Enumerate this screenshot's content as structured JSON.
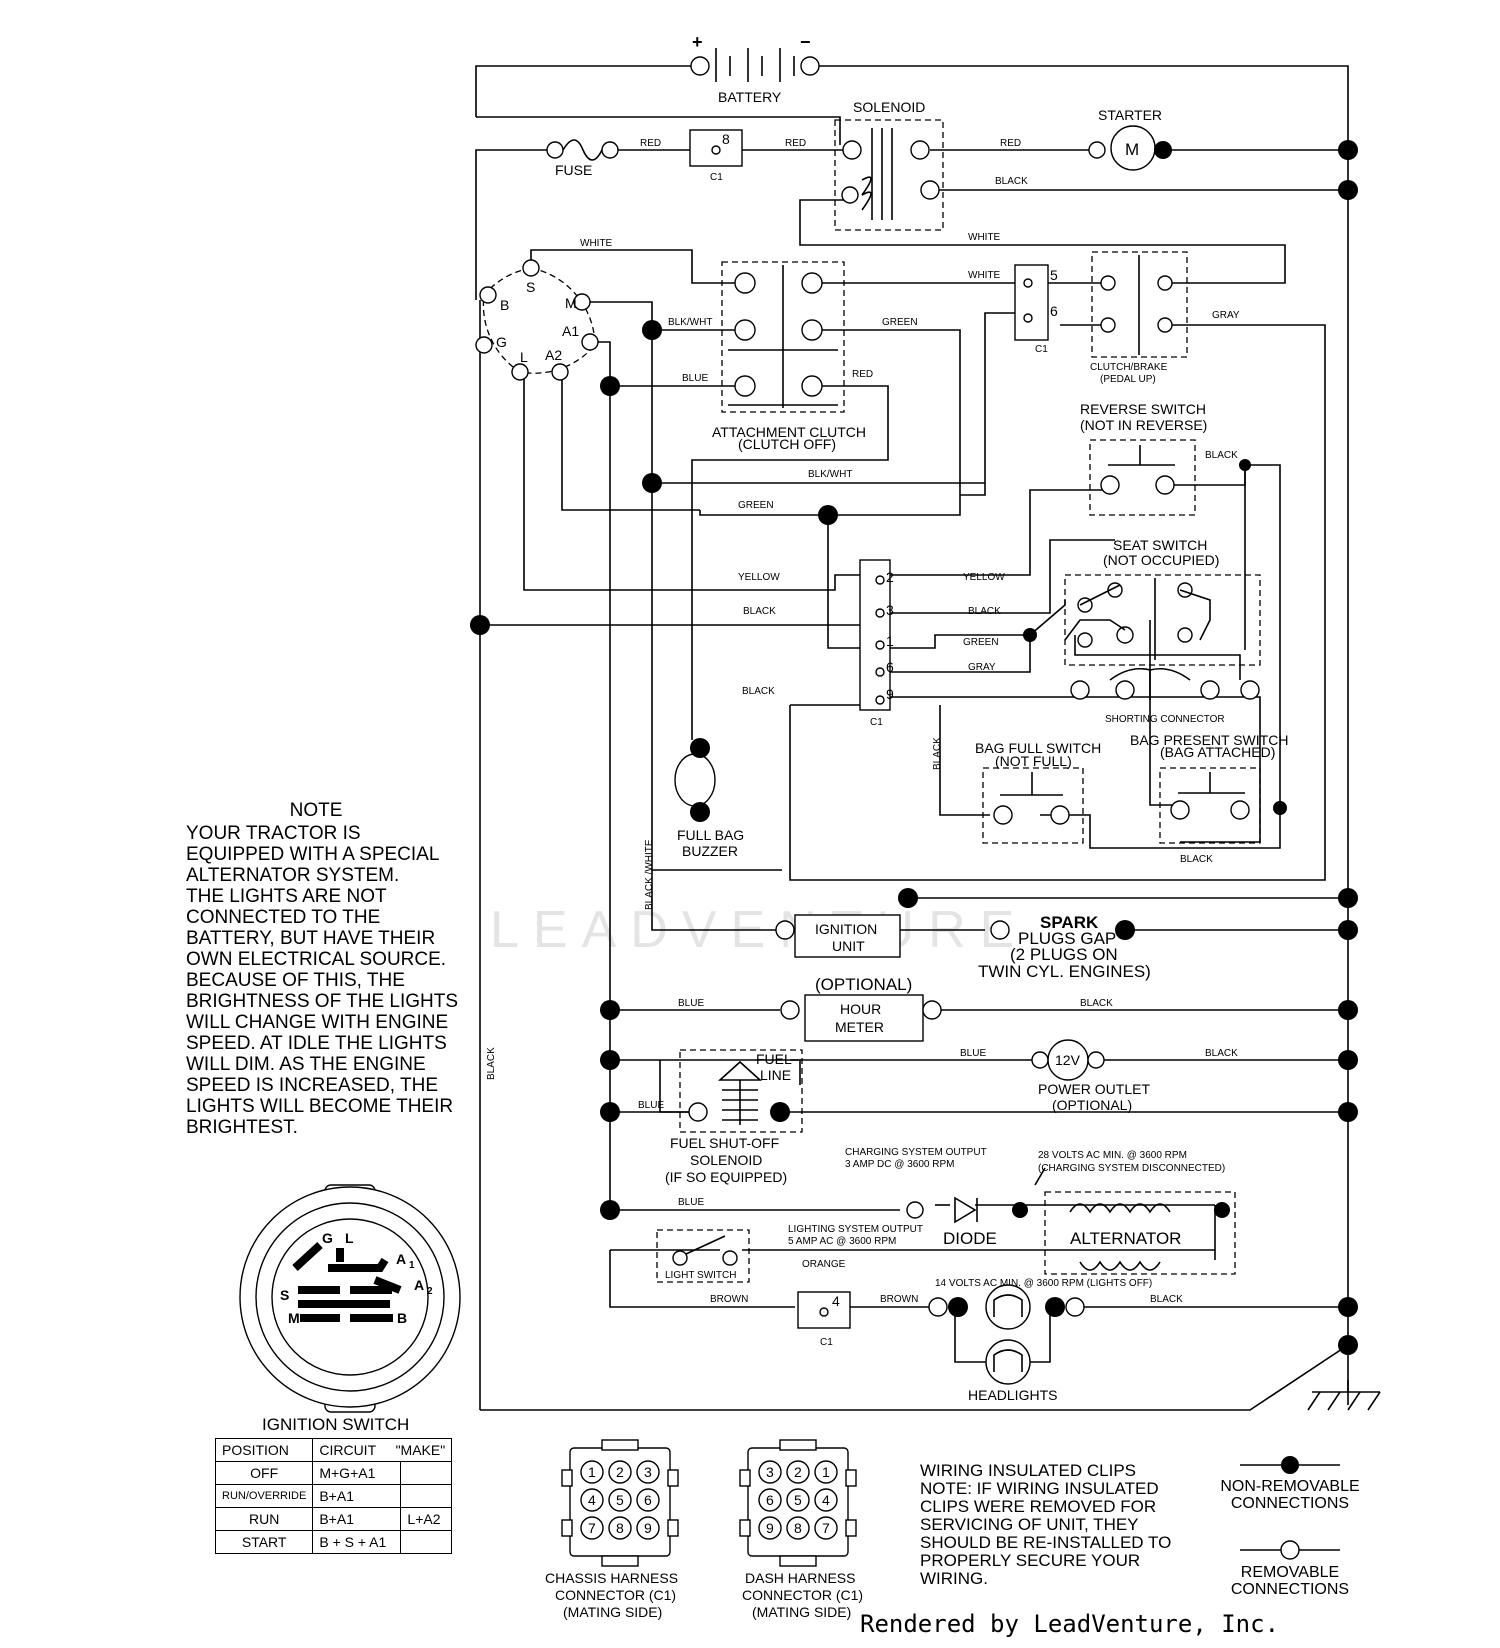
{
  "labels": {
    "battery": "BATTERY",
    "plus": "+",
    "minus": "−",
    "solenoid": "SOLENOID",
    "starter": "STARTER",
    "starter_m": "M",
    "fuse": "FUSE",
    "c1": "C1",
    "attachment_clutch": "ATTACHMENT CLUTCH",
    "clutch_off": "(CLUTCH OFF)",
    "clutch_brake": "CLUTCH/BRAKE",
    "pedal_up": "(PEDAL UP)",
    "reverse_switch": "REVERSE SWITCH",
    "not_in_reverse": "(NOT IN REVERSE)",
    "seat_switch": "SEAT SWITCH",
    "not_occupied": "(NOT OCCUPIED)",
    "shorting_connector": "SHORTING CONNECTOR",
    "bag_full_switch": "BAG FULL SWITCH",
    "not_full": "(NOT FULL)",
    "bag_present_switch": "BAG PRESENT SWITCH",
    "bag_attached": "(BAG ATTACHED)",
    "full_bag": "FULL BAG",
    "buzzer": "BUZZER",
    "ignition_unit_1": "IGNITION",
    "ignition_unit_2": "UNIT",
    "spark_1": "SPARK",
    "spark_2": "PLUGS GAP",
    "spark_3": "(2 PLUGS ON",
    "spark_4": "TWIN CYL. ENGINES)",
    "optional": "(OPTIONAL)",
    "hour_1": "HOUR",
    "hour_2": "METER",
    "fuel_line_1": "FUEL",
    "fuel_line_2": "LINE",
    "power_outlet": "POWER OUTLET",
    "power_optional": "(OPTIONAL)",
    "v12": "12V",
    "fuel_shutoff_1": "FUEL SHUT-OFF",
    "fuel_shutoff_2": "SOLENOID",
    "fuel_shutoff_3": "(IF SO EQUIPPED)",
    "charging_1": "CHARGING SYSTEM OUTPUT",
    "charging_2": "3 AMP DC @ 3600 RPM",
    "volts28_1": "28 VOLTS AC MIN. @ 3600 RPM",
    "volts28_2": "(CHARGING SYSTEM DISCONNECTED)",
    "lighting_1": "LIGHTING SYSTEM OUTPUT",
    "lighting_2": "5 AMP AC @ 3600 RPM",
    "diode": "DIODE",
    "alternator": "ALTERNATOR",
    "light_switch": "LIGHT SWITCH",
    "volts14": "14 VOLTS AC MIN. @ 3600 RPM (LIGHTS OFF)",
    "headlights": "HEADLIGHTS",
    "ignition_switch": "IGNITION SWITCH",
    "chassis_1": "CHASSIS HARNESS",
    "chassis_2": "CONNECTOR (C1)",
    "chassis_3": "(MATING SIDE)",
    "dash_1": "DASH HARNESS",
    "dash_2": "CONNECTOR (C1)",
    "dash_3": "(MATING SIDE)"
  },
  "wire_colors": {
    "red": "RED",
    "black": "BLACK",
    "white": "WHITE",
    "blkwht": "BLK/WHT",
    "green": "GREEN",
    "blue": "BLUE",
    "gray": "GRAY",
    "yellow": "YELLOW",
    "black_white": "BLACK /WHITE",
    "orange": "ORANGE",
    "brown": "BROWN"
  },
  "ignition_terminals": [
    "B",
    "S",
    "M",
    "A1",
    "A2",
    "L",
    "G"
  ],
  "c1_pins": [
    "2",
    "3",
    "1",
    "6",
    "9"
  ],
  "c1_pin_top": "8",
  "c1_pin_56": [
    "5",
    "6"
  ],
  "c1_pin_4": "4",
  "chassis_pins": [
    "1",
    "2",
    "3",
    "4",
    "5",
    "6",
    "7",
    "8",
    "9"
  ],
  "dash_pins": [
    "3",
    "2",
    "1",
    "6",
    "5",
    "4",
    "9",
    "8",
    "7"
  ],
  "switch_face": {
    "g": "G",
    "l": "L",
    "a1": "A",
    "a2": "A",
    "s": "S",
    "m": "M",
    "b": "B",
    "sub1": "1",
    "sub2": "2"
  },
  "note": {
    "title": "NOTE",
    "lines": [
      "YOUR TRACTOR IS",
      "EQUIPPED WITH A SPECIAL",
      "ALTERNATOR SYSTEM.",
      "THE LIGHTS ARE NOT",
      "CONNECTED TO THE",
      "BATTERY, BUT HAVE THEIR",
      "OWN ELECTRICAL SOURCE.",
      "BECAUSE OF THIS, THE",
      "BRIGHTNESS OF THE LIGHTS",
      "WILL CHANGE WITH ENGINE",
      "SPEED.  AT IDLE THE LIGHTS",
      "WILL DIM.  AS THE ENGINE",
      "SPEED IS INCREASED,  THE",
      "LIGHTS WILL BECOME THEIR",
      "BRIGHTEST."
    ]
  },
  "ignition_table": {
    "headers": [
      "POSITION",
      "CIRCUIT",
      "\"MAKE\""
    ],
    "rows": [
      [
        "OFF",
        "M+G+A1",
        ""
      ],
      [
        "RUN/OVERRIDE",
        "B+A1",
        ""
      ],
      [
        "RUN",
        "B+A1",
        "L+A2"
      ],
      [
        "START",
        "B + S + A1",
        ""
      ]
    ]
  },
  "clips_note": [
    "WIRING INSULATED CLIPS",
    "NOTE: IF WIRING INSULATED",
    "CLIPS WERE REMOVED FOR",
    "SERVICING OF UNIT, THEY",
    "SHOULD BE RE-INSTALLED TO",
    "PROPERLY SECURE YOUR",
    "WIRING."
  ],
  "legend": {
    "non_removable_1": "NON-REMOVABLE",
    "non_removable_2": "CONNECTIONS",
    "removable_1": "REMOVABLE",
    "removable_2": "CONNECTIONS"
  },
  "watermark": "LEADVENTURE",
  "footer": "Rendered by LeadVenture, Inc."
}
